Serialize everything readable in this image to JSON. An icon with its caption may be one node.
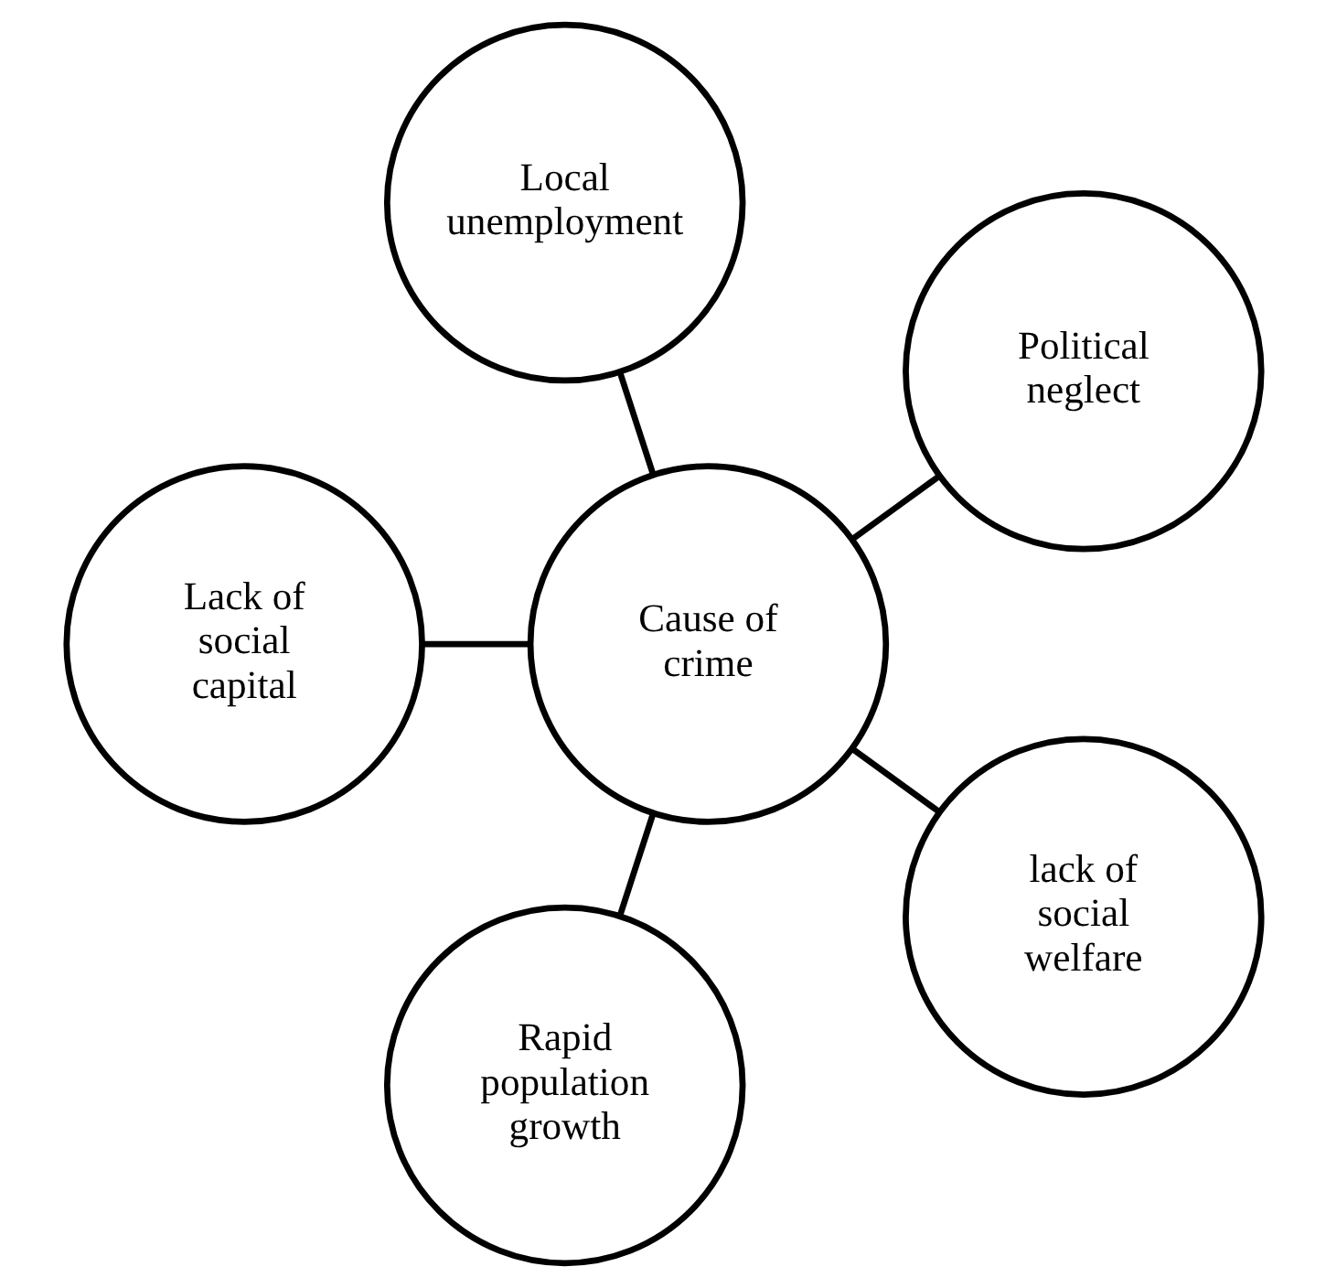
{
  "diagram": {
    "nodes": [
      {
        "text": [
          "Political neglect"
        ]
      },
      {
        "text": [
          "Local unemployment"
        ]
      },
      {
        "text": [
          "Lack of social capital"
        ]
      },
      {
        "text": [
          "Cause of crime"
        ]
      },
      {
        "text": [
          "Rapid population growth"
        ]
      },
      {
        "text": [
          "lack of social welfare"
        ]
      }
    ],
    "edges": [
      {
        "from": 3,
        "to": 0,
        "arrow": "none"
      },
      {
        "from": 3,
        "to": 1,
        "arrow": "none"
      },
      {
        "from": 3,
        "to": 2,
        "arrow": "none"
      },
      {
        "from": 3,
        "to": 4,
        "arrow": "none"
      },
      {
        "from": 3,
        "to": 5,
        "arrow": "none"
      }
    ]
  }
}
